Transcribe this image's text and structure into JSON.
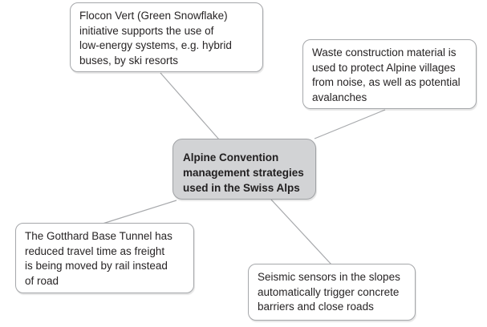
{
  "diagram": {
    "center": {
      "text": "Alpine Convention\nmanagement strategies\nused in the Swiss Alps"
    },
    "branches": {
      "top_left": {
        "text": "Flocon Vert (Green Snowflake)\ninitiative supports the use of\nlow-energy systems, e.g. hybrid\nbuses, by ski resorts"
      },
      "top_right": {
        "text": "Waste construction material is\nused to protect Alpine villages\nfrom noise, as well as potential\navalanches"
      },
      "bottom_left": {
        "text": "The Gotthard Base Tunnel has\nreduced travel time as freight\nis being moved by rail instead\nof road"
      },
      "bottom_right": {
        "text": "Seismic sensors in the slopes\nautomatically trigger concrete\nbarriers and close roads"
      }
    },
    "colors": {
      "node_border": "#a5a7aa",
      "center_node_fill": "#d2d3d5",
      "connector_line": "#a7a9ac",
      "text": "#272425"
    }
  }
}
